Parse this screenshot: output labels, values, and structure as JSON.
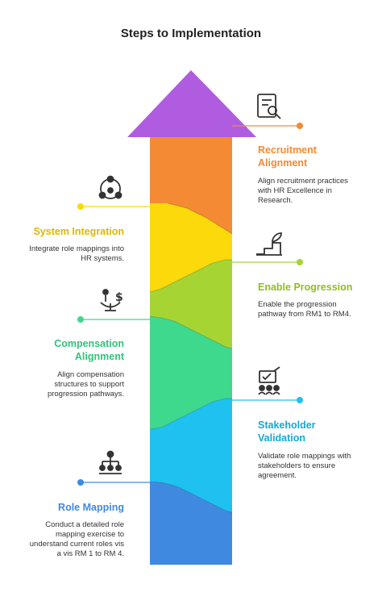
{
  "title": "Steps to Implementation",
  "colors": {
    "arrow_head": "#b05ce0",
    "recruitment": "#f58a35",
    "system_integration": "#fbd90a",
    "progression": "#a6d533",
    "compensation": "#3fd98d",
    "stakeholder": "#1ec1f0",
    "role_mapping": "#3f8ae0"
  },
  "steps": [
    {
      "key": "recruitment",
      "title": "Recruitment Alignment",
      "line1": "Recruitment",
      "line2": "Alignment",
      "desc1": "Align recruitment practices",
      "desc2": "with HR Excellence in",
      "desc3": "Research.",
      "icon": "document-search-icon"
    },
    {
      "key": "system_integration",
      "title": "System Integration",
      "desc1": "Integrate role mappings into",
      "desc2": "HR systems.",
      "icon": "network-people-icon"
    },
    {
      "key": "progression",
      "title": "Enable Progression",
      "desc1": "Enable the progression",
      "desc2": "pathway from RM1 to RM4.",
      "icon": "growth-steps-icon"
    },
    {
      "key": "compensation",
      "title": "Compensation Alignment",
      "line1": "Compensation",
      "line2": "Alignment",
      "desc1": "Align compensation",
      "desc2": "structures to support",
      "desc3": "progression pathways.",
      "icon": "balance-money-icon"
    },
    {
      "key": "stakeholder",
      "title": "Stakeholder Validation",
      "line1": "Stakeholder",
      "line2": "Validation",
      "desc1": "Validate role mappings with",
      "desc2": "stakeholders to ensure",
      "desc3": "agreement.",
      "icon": "stakeholder-checklist-icon"
    },
    {
      "key": "role_mapping",
      "title": "Role Mapping",
      "desc1": "Conduct a detailed role",
      "desc2": "mapping exercise to",
      "desc3": "understand current roles vis",
      "desc4": "a vis RM 1 to RM 4.",
      "icon": "hierarchy-icon"
    }
  ]
}
